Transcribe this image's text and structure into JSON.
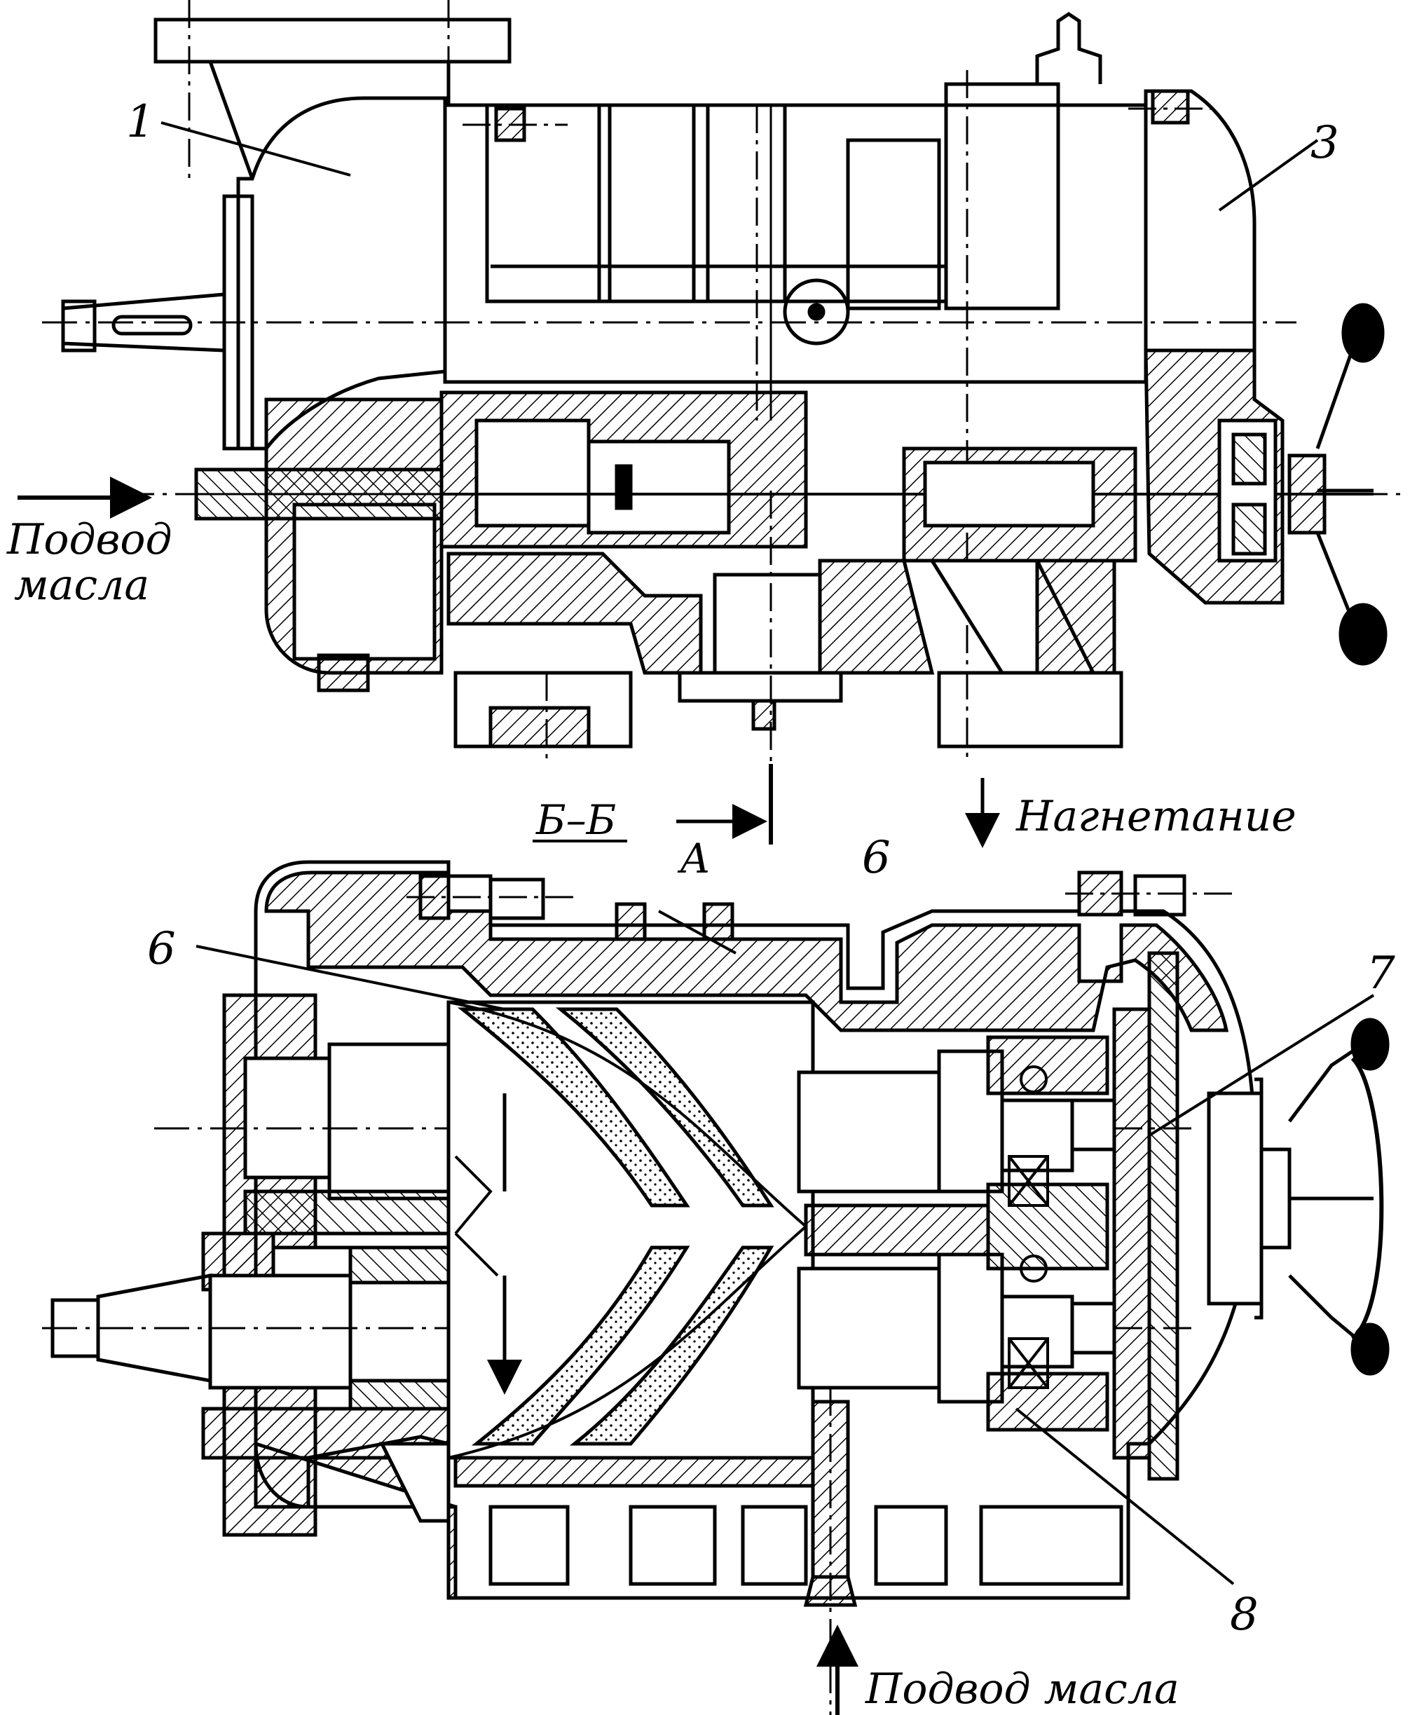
{
  "labels": {
    "oil_supply_left_line1": "Подвод",
    "oil_supply_left_line2": "масла",
    "discharge": "Нагнетание",
    "section": "Б–Б",
    "view_a": "А",
    "oil_supply_bottom": "Подвод масла",
    "part_1": "1",
    "part_3": "3",
    "part_6_left": "6",
    "part_6_top": "6",
    "part_7": "7",
    "part_8": "8"
  },
  "colors": {
    "ink": "#000000",
    "paper": "#ffffff",
    "rotor_fill": "#d6d6d6"
  }
}
